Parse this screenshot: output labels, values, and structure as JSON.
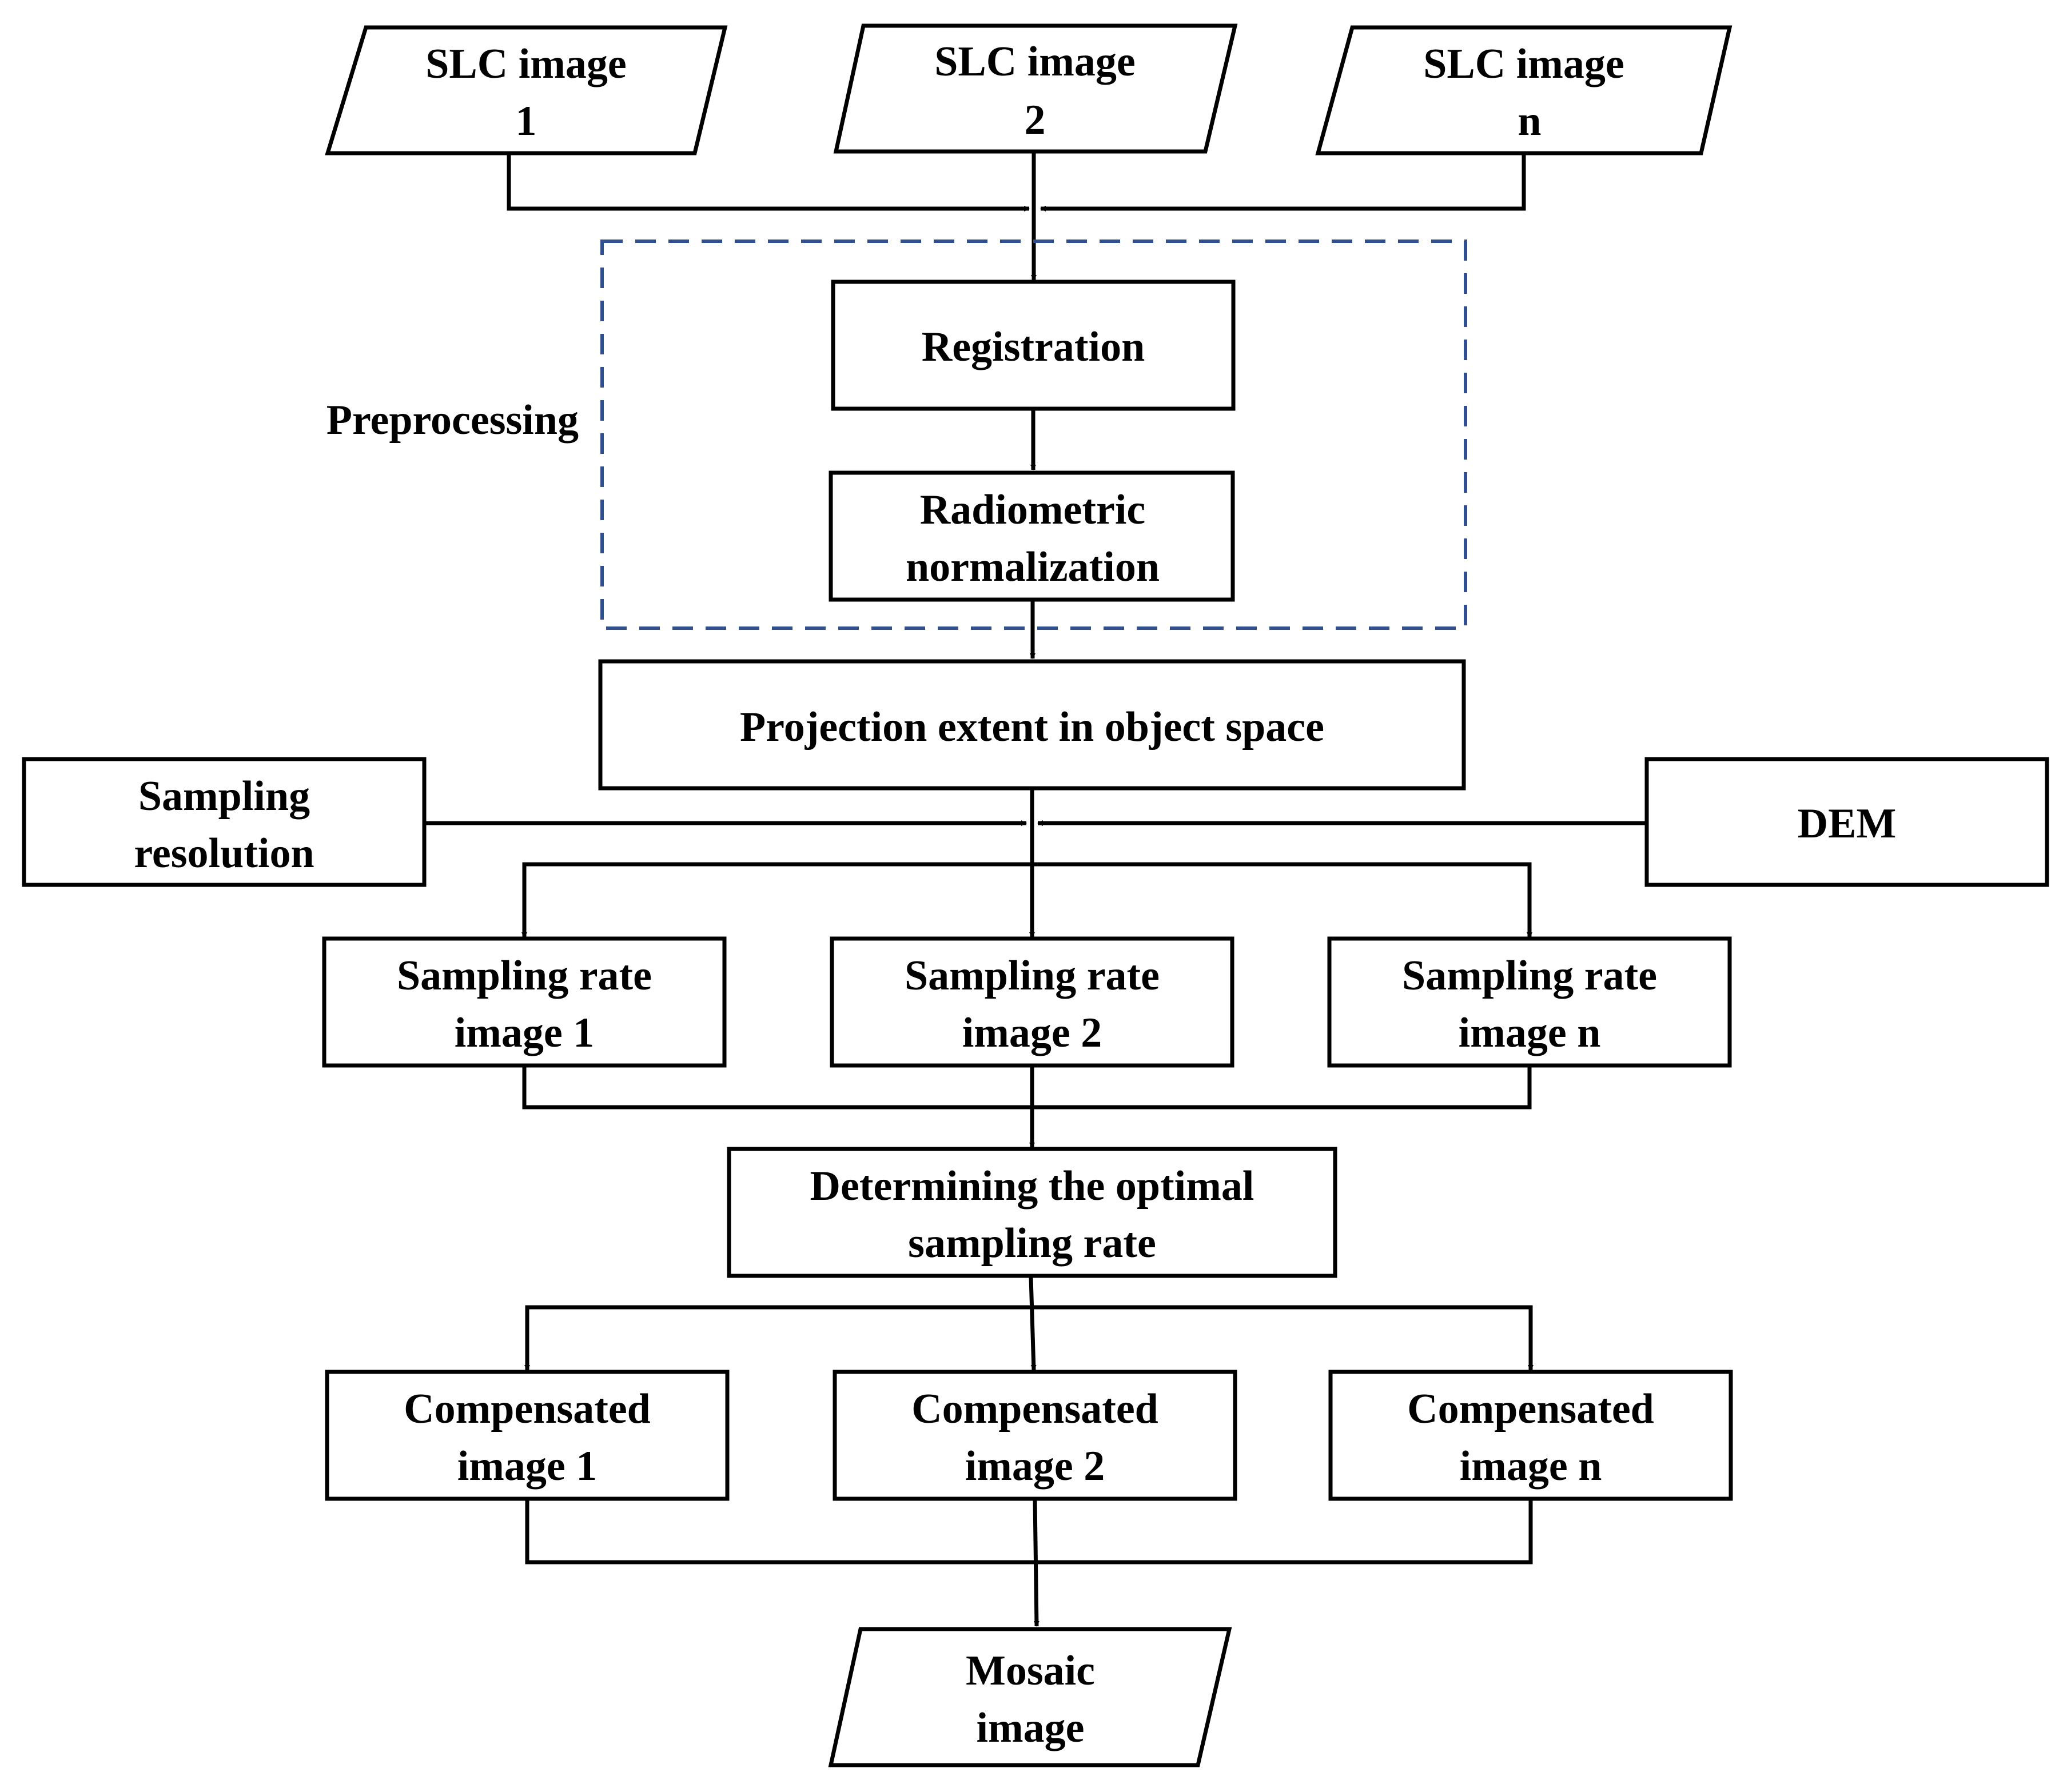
{
  "diagram": {
    "inputs": [
      {
        "line1": "SLC image",
        "line2": "1"
      },
      {
        "line1": "SLC image",
        "line2": "2"
      },
      {
        "line1": "SLC image",
        "line2": "n"
      }
    ],
    "preprocessing": {
      "label": "Preprocessing",
      "registration": "Registration",
      "radiometric": {
        "line1": "Radiometric",
        "line2": "normalization"
      }
    },
    "projection_extent": "Projection extent in object space",
    "sampling_resolution": {
      "line1": "Sampling",
      "line2": "resolution"
    },
    "dem": "DEM",
    "sampling_rates": [
      {
        "line1": "Sampling rate",
        "line2": "image 1"
      },
      {
        "line1": "Sampling rate",
        "line2": "image 2"
      },
      {
        "line1": "Sampling rate",
        "line2": "image n"
      }
    ],
    "optimal": {
      "line1": "Determining the optimal",
      "line2": "sampling rate"
    },
    "compensated": [
      {
        "line1": "Compensated",
        "line2": "image 1"
      },
      {
        "line1": "Compensated",
        "line2": "image 2"
      },
      {
        "line1": "Compensated",
        "line2": "image n"
      }
    ],
    "mosaic": {
      "line1": "Mosaic",
      "line2": "image"
    },
    "colors": {
      "stroke": "#000000",
      "preprocess_border": "#2F4F8F",
      "background": "#ffffff"
    }
  }
}
